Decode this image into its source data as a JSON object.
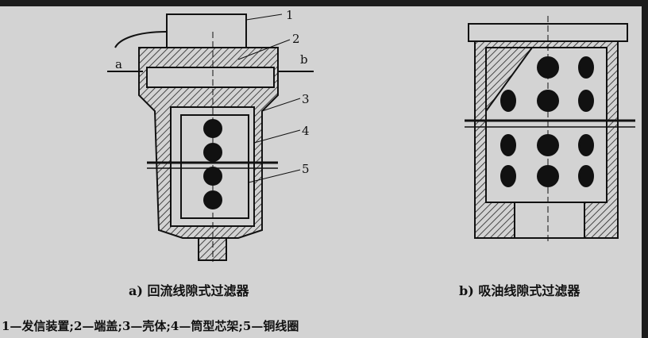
{
  "figure_a": {
    "caption": "a) 回流线隙式过滤器",
    "callouts": [
      "1",
      "2",
      "3",
      "4",
      "5"
    ],
    "inlet_label": "a",
    "outlet_label": "b"
  },
  "figure_b": {
    "caption": "b) 吸油线隙式过滤器"
  },
  "legend": "1—发信装置;2—端盖;3—壳体;4—筒型芯架;5—铜线圈"
}
